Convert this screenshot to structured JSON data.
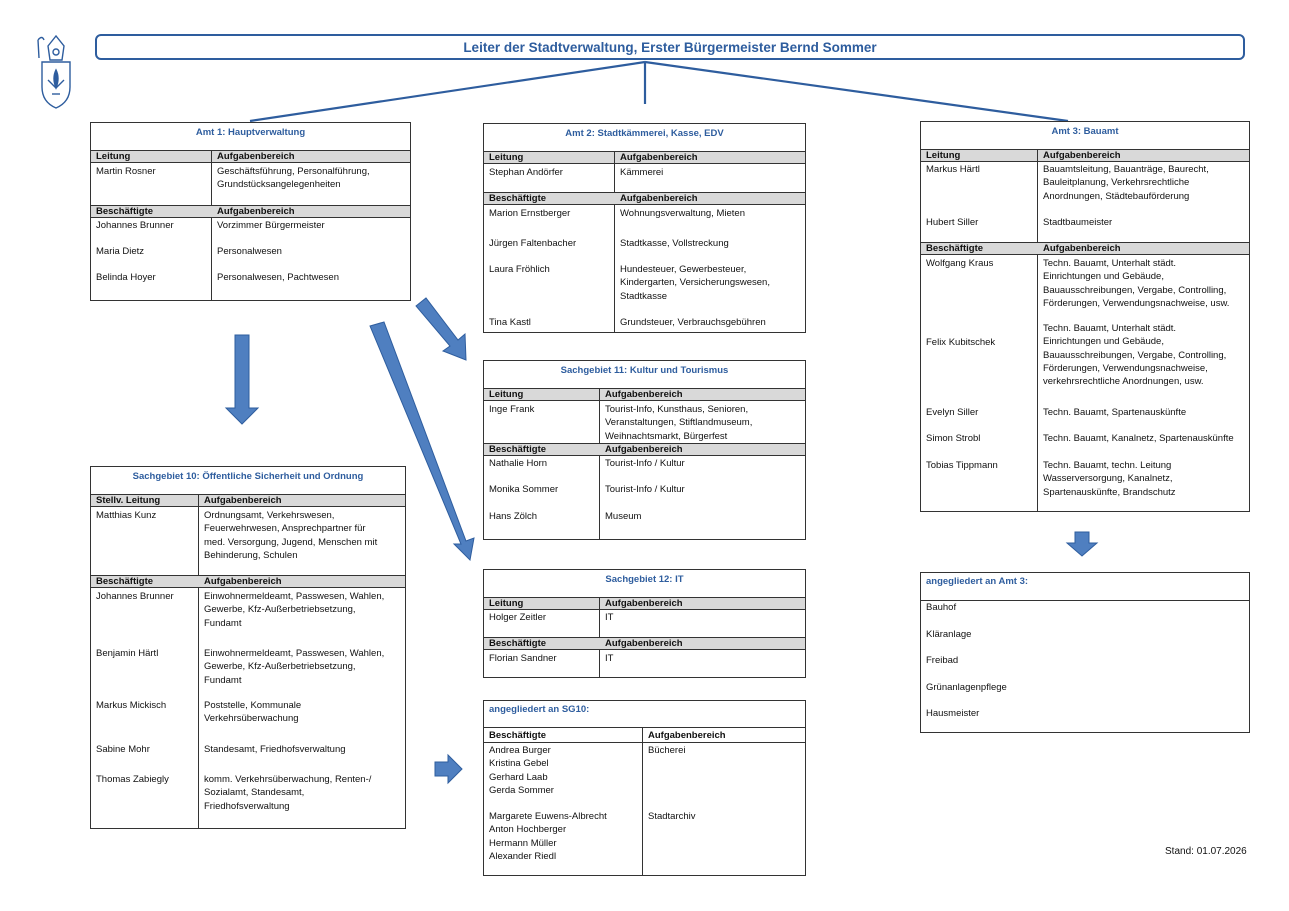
{
  "header": {
    "title": "Leiter der Stadtverwaltung, Erster Bürgermeister Bernd Sommer"
  },
  "footer": {
    "stand": "Stand: 01.07.2026"
  },
  "colors": {
    "accent": "#2e5d9e",
    "arrow_fill": "#4f7fc0",
    "header_bg": "#d9d9d9"
  },
  "amt1": {
    "title": "Amt 1: Hauptverwaltung",
    "lead_hdr": "Leitung",
    "task_hdr": "Aufgabenbereich",
    "lead": [
      {
        "name": "Martin Rosner",
        "task": "Geschäftsführung, Personalführung,\nGrundstücksangelegenheiten"
      }
    ],
    "staff_hdr": "Beschäftigte",
    "staff_task_hdr": "Aufgabenbereich",
    "staff": [
      {
        "name": "Johannes Brunner",
        "task": "Vorzimmer Bürgermeister"
      },
      {
        "name": "Maria Dietz",
        "task": "Personalwesen"
      },
      {
        "name": "Belinda Hoyer",
        "task": "Personalwesen, Pachtwesen"
      }
    ]
  },
  "amt2": {
    "title": "Amt 2: Stadtkämmerei, Kasse, EDV",
    "lead_hdr": "Leitung",
    "task_hdr": "Aufgabenbereich",
    "lead": [
      {
        "name": "Stephan Andörfer",
        "task": "Kämmerei"
      }
    ],
    "staff_hdr": "Beschäftigte",
    "staff_task_hdr": "Aufgabenbereich",
    "staff": [
      {
        "name": "Marion Ernstberger",
        "task": "Wohnungsverwaltung, Mieten"
      },
      {
        "name": "Jürgen Faltenbacher",
        "task": "Stadtkasse, Vollstreckung"
      },
      {
        "name": "Laura Fröhlich",
        "task": "Hundesteuer, Gewerbesteuer,\nKindergarten, Versicherungswesen,\nStadtkasse"
      },
      {
        "name": "Tina Kastl",
        "task": "Grundsteuer, Verbrauchsgebühren"
      }
    ]
  },
  "amt3": {
    "title": "Amt 3: Bauamt",
    "lead_hdr": "Leitung",
    "task_hdr": "Aufgabenbereich",
    "lead": [
      {
        "name": "Markus Härtl",
        "task": "Bauamtsleitung, Bauanträge, Baurecht,\nBauleitplanung, Verkehrsrechtliche\nAnordnungen, Städtebauförderung"
      },
      {
        "name": "Hubert Siller",
        "task": "Stadtbaumeister"
      }
    ],
    "staff_hdr": "Beschäftigte",
    "staff_task_hdr": "Aufgabenbereich",
    "staff": [
      {
        "name": "Wolfgang Kraus",
        "task": "Techn. Bauamt, Unterhalt städt.\nEinrichtungen und Gebäude,\nBauausschreibungen, Vergabe, Controlling,\nFörderungen, Verwendungsnachweise, usw."
      },
      {
        "name": "Felix Kubitschek",
        "task": "Techn. Bauamt, Unterhalt städt.\nEinrichtungen und Gebäude,\nBauausschreibungen, Vergabe, Controlling,\nFörderungen, Verwendungsnachweise,\nverkehrsrechtliche Anordnungen, usw."
      },
      {
        "name": "Evelyn Siller",
        "task": "Techn. Bauamt, Spartenauskünfte"
      },
      {
        "name": "Simon Strobl",
        "task": "Techn. Bauamt, Kanalnetz, Spartenauskünfte"
      },
      {
        "name": "Tobias Tippmann",
        "task": "Techn. Bauamt, techn. Leitung\nWasserversorgung, Kanalnetz,\nSpartenauskünfte, Brandschutz"
      }
    ]
  },
  "sg10": {
    "title": "Sachgebiet 10: Öffentliche Sicherheit und Ordnung",
    "lead_hdr": "Stellv. Leitung",
    "task_hdr": "Aufgabenbereich",
    "lead": [
      {
        "name": "Matthias Kunz",
        "task": "Ordnungsamt, Verkehrswesen,\nFeuerwehrwesen, Ansprechpartner für\nmed. Versorgung, Jugend, Menschen mit\nBehinderung, Schulen"
      }
    ],
    "staff_hdr": "Beschäftigte",
    "staff_task_hdr": "Aufgabenbereich",
    "staff": [
      {
        "name": "Johannes Brunner",
        "task": "Einwohnermeldeamt, Passwesen, Wahlen,\nGewerbe, Kfz-Außerbetriebsetzung,\nFundamt"
      },
      {
        "name": "Benjamin Härtl",
        "task": "Einwohnermeldeamt, Passwesen, Wahlen,\nGewerbe, Kfz-Außerbetriebsetzung,\nFundamt"
      },
      {
        "name": "Markus Mickisch",
        "task": "Poststelle, Kommunale\nVerkehrsüberwachung"
      },
      {
        "name": "Sabine Mohr",
        "task": "Standesamt, Friedhofsverwaltung"
      },
      {
        "name": "Thomas Zabiegly",
        "task": "komm. Verkehrsüberwachung, Renten-/\nSozialamt, Standesamt,\nFriedhofsverwaltung"
      }
    ]
  },
  "sg11": {
    "title": "Sachgebiet 11: Kultur und Tourismus",
    "lead_hdr": "Leitung",
    "task_hdr": "Aufgabenbereich",
    "lead": [
      {
        "name": "Inge Frank",
        "task": "Tourist-Info, Kunsthaus, Senioren,\nVeranstaltungen, Stiftlandmuseum,\nWeihnachtsmarkt, Bürgerfest"
      }
    ],
    "staff_hdr": "Beschäftigte",
    "staff_task_hdr": "Aufgabenbereich",
    "staff": [
      {
        "name": "Nathalie Horn",
        "task": "Tourist-Info / Kultur"
      },
      {
        "name": "Monika Sommer",
        "task": "Tourist-Info / Kultur"
      },
      {
        "name": "Hans Zölch",
        "task": "Museum"
      }
    ]
  },
  "sg12": {
    "title": "Sachgebiet 12: IT",
    "lead_hdr": "Leitung",
    "task_hdr": "Aufgabenbereich",
    "lead": [
      {
        "name": "Holger Zeitler",
        "task": "IT"
      }
    ],
    "staff_hdr": "Beschäftigte",
    "staff_task_hdr": "Aufgabenbereich",
    "staff": [
      {
        "name": "Florian Sandner",
        "task": "IT"
      }
    ]
  },
  "sg10_attached": {
    "title": "angegliedert an SG10:",
    "staff_hdr": "Beschäftigte",
    "task_hdr": "Aufgabenbereich",
    "groups": [
      {
        "names": "Andrea Burger\nKristina Gebel\nGerhard Laab\nGerda Sommer",
        "task": "Bücherei"
      },
      {
        "names": "Margarete Euwens-Albrecht\nAnton Hochberger\nHermann Müller\nAlexander Riedl",
        "task": "Stadtarchiv"
      }
    ]
  },
  "amt3_attached": {
    "title": "angegliedert an Amt 3:",
    "items": [
      "Bauhof",
      "Kläranlage",
      "Freibad",
      "Grünanlagenpflege",
      "Hausmeister"
    ]
  }
}
